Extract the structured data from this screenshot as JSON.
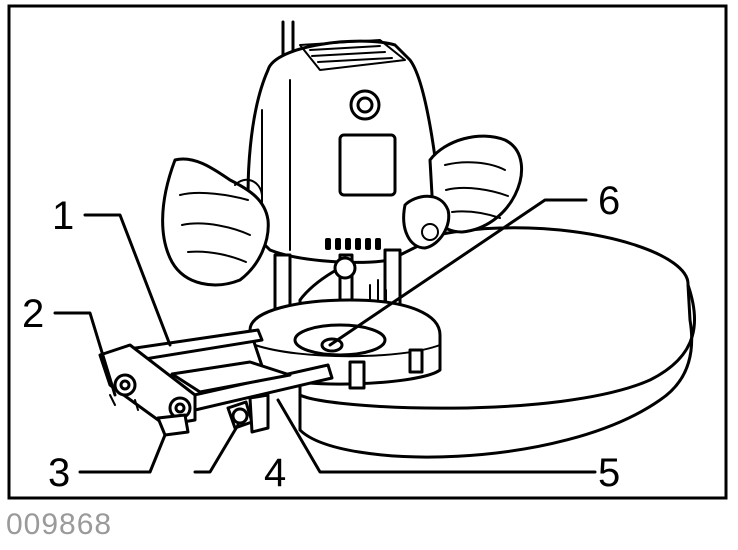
{
  "callouts": [
    {
      "id": "1",
      "label": "1"
    },
    {
      "id": "2",
      "label": "2"
    },
    {
      "id": "3",
      "label": "3"
    },
    {
      "id": "4",
      "label": "4"
    },
    {
      "id": "5",
      "label": "5"
    },
    {
      "id": "6",
      "label": "6"
    }
  ],
  "figure_id": "009868"
}
